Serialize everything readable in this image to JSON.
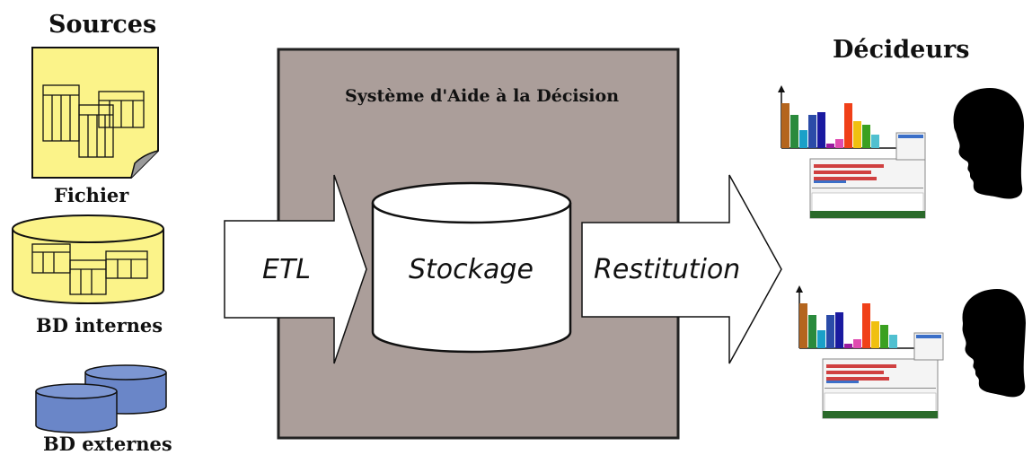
{
  "headers": {
    "sources": "Sources",
    "decideurs": "Décideurs"
  },
  "system": {
    "title": "Système d'Aide à la Décision",
    "stockage": "Stockage"
  },
  "arrows": {
    "etl": "ETL",
    "restitution": "Restitution"
  },
  "sources": [
    {
      "label": "Fichier",
      "icon": "file-icon"
    },
    {
      "label": "BD internes",
      "icon": "database-icon"
    },
    {
      "label": "BD externes",
      "icon": "external-databases-icon"
    }
  ],
  "colors": {
    "system_box": "#ab9e9a",
    "source_yellow": "#fbf389",
    "db_blue": "#6a86c8",
    "silhouette": "#000000"
  },
  "icons": {
    "decideur": "person-silhouette-icon",
    "report": "report-charts-icon"
  }
}
